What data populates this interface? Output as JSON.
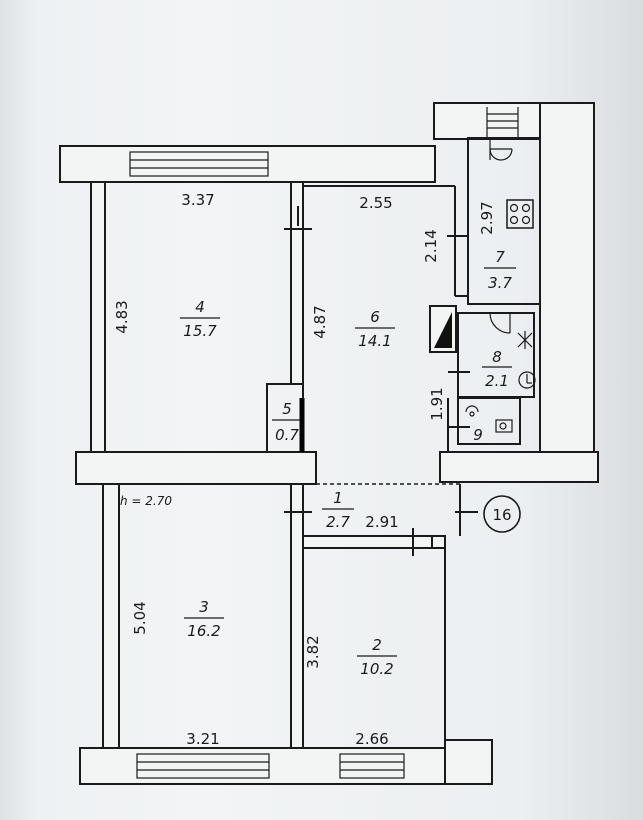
{
  "ceiling_height": "h = 2.70",
  "apartment_number": "16",
  "rooms": [
    {
      "number": "1",
      "area": "2.7"
    },
    {
      "number": "2",
      "area": "10.2"
    },
    {
      "number": "3",
      "area": "16.2"
    },
    {
      "number": "4",
      "area": "15.7"
    },
    {
      "number": "5",
      "area": "0.7"
    },
    {
      "number": "6",
      "area": "14.1"
    },
    {
      "number": "7",
      "area": "3.7"
    },
    {
      "number": "8",
      "area": "2.1"
    },
    {
      "number": "9",
      "area": ""
    }
  ],
  "dimensions": {
    "room4_width": "3.37",
    "room4_height": "4.83",
    "room6_width": "2.55",
    "room6_height": "4.87",
    "room6_step": "2.14",
    "room7_height": "2.97",
    "room8_height": "1.91",
    "room3_height": "5.04",
    "room3_width": "3.21",
    "room2_height": "3.82",
    "room2_width": "2.66",
    "hall_width": "2.91"
  }
}
